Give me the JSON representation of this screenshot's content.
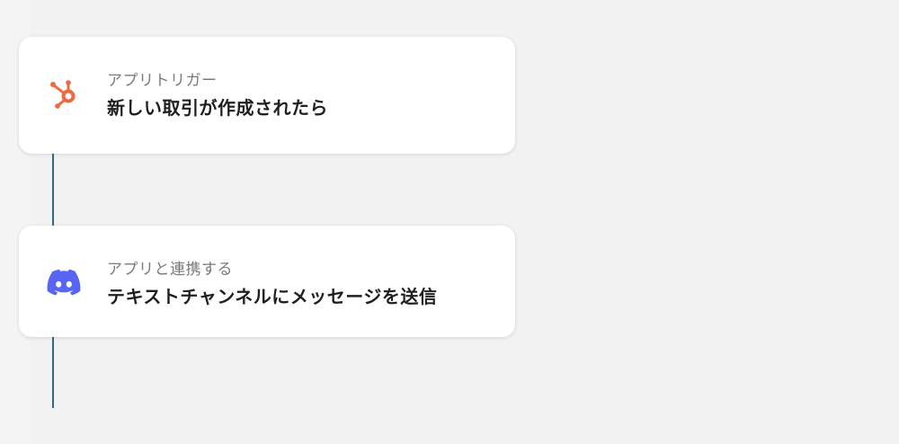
{
  "flow": {
    "steps": [
      {
        "kind_label": "アプリトリガー",
        "title": "新しい取引が作成されたら",
        "icon": "hubspot-icon",
        "icon_color": "#f0683e"
      },
      {
        "kind_label": "アプリと連携する",
        "title": "テキストチャンネルにメッセージを送信",
        "icon": "discord-icon",
        "icon_color": "#5865f2"
      }
    ],
    "connector_color": "#2f6a80"
  }
}
